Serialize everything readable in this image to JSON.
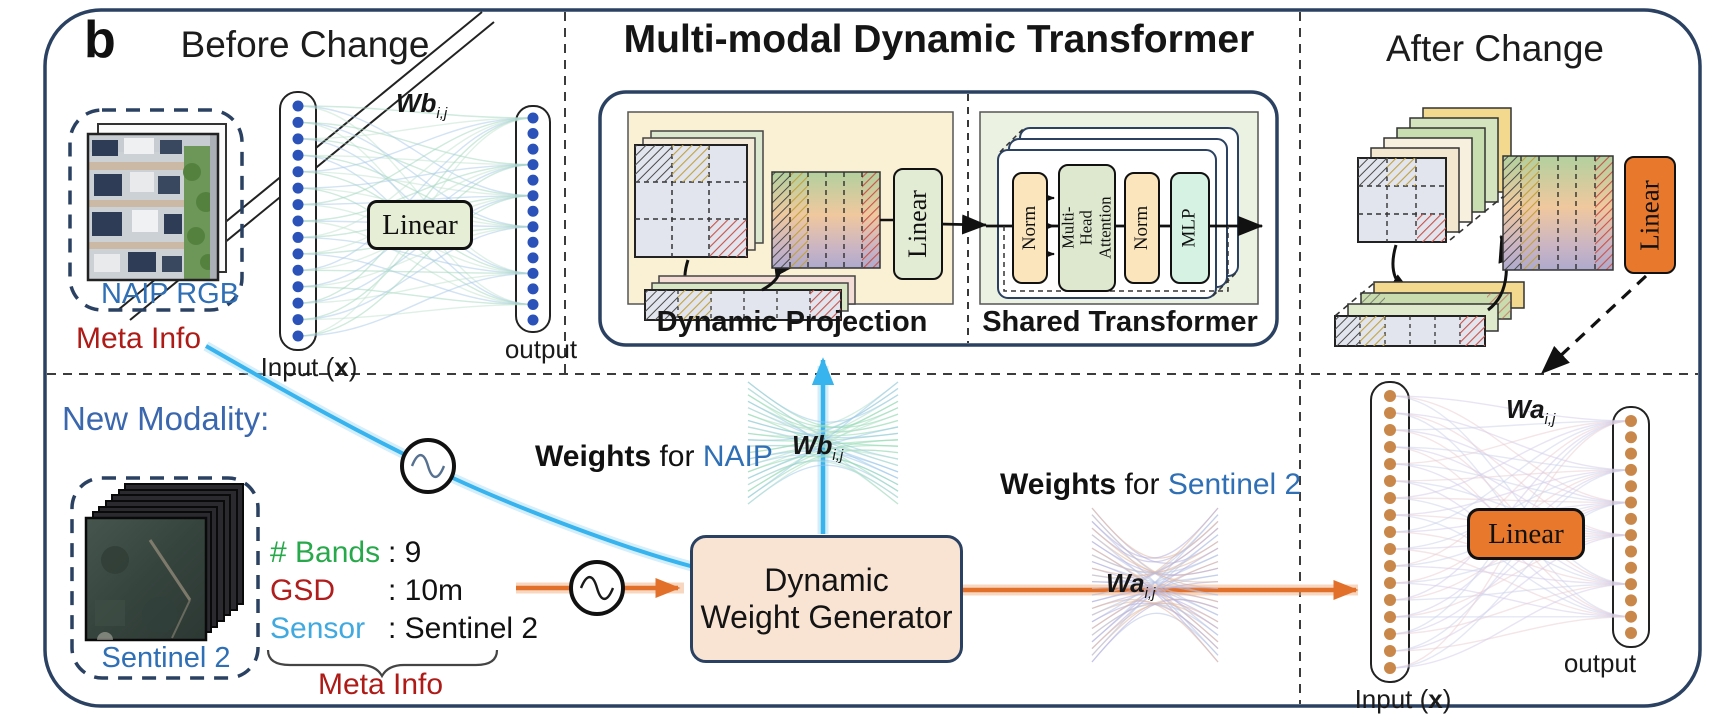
{
  "figure": {
    "panel_label": "b"
  },
  "colors": {
    "border_navy": "#2b4162",
    "accent_blue": "#37b3ee",
    "accent_orange": "#e2702a",
    "meta_red": "#ae1b17",
    "modality_blue": "#2f6fb5",
    "linear_green": "#e6eed6",
    "linear_orange": "#e8782c",
    "dot_blue": "#2a52b8",
    "dot_orange": "#c9884a"
  },
  "before": {
    "title": "Before Change",
    "image_label": "NAIP RGB",
    "meta_info_label": "Meta Info",
    "weight_main": "Wb",
    "weight_sub": "i,j",
    "linear_label": "Linear",
    "input_pre": "Input (",
    "input_var": "x",
    "input_post": ")",
    "output_label": "output",
    "input_dots": 15,
    "output_dots": 14
  },
  "transformer": {
    "title": "Multi-modal Dynamic Transformer",
    "projection_label": "Dynamic Projection",
    "projection_linear": "Linear",
    "shared_label": "Shared Transformer",
    "blocks": [
      "Norm",
      "Multi-Head Attention",
      "Norm",
      "MLP"
    ]
  },
  "after": {
    "title": "After Change",
    "flatten_linear": "Linear",
    "weight_main": "Wa",
    "weight_sub": "i,j",
    "net_linear": "Linear",
    "input_pre": "Input (",
    "input_var": "x",
    "input_post": ")",
    "output_label": "output",
    "input_dots": 17,
    "output_dots": 14
  },
  "bottom": {
    "new_modality": "New Modality:",
    "image_label": "Sentinel 2",
    "meta": [
      {
        "key": "# Bands",
        "key_style": "color:#27a84a",
        "value": ": 9"
      },
      {
        "key": "GSD",
        "key_style": "color:#b01d1d",
        "value": ": 10m"
      },
      {
        "key": "Sensor",
        "key_style": "color:#3fa9e0",
        "value": ": Sentinel 2"
      }
    ],
    "meta_info_label": "Meta Info",
    "weights_naip": {
      "bold": "Weights",
      "mid": " for ",
      "target": "NAIP"
    },
    "weights_s2": {
      "bold": "Weights",
      "mid": " for ",
      "target": "Sentinel 2"
    },
    "wb_main": "Wb",
    "wb_sub": "i,j",
    "generator_line1": "Dynamic",
    "generator_line2": "Weight Generator",
    "wa_main": "Wa",
    "wa_sub": "i,j"
  }
}
